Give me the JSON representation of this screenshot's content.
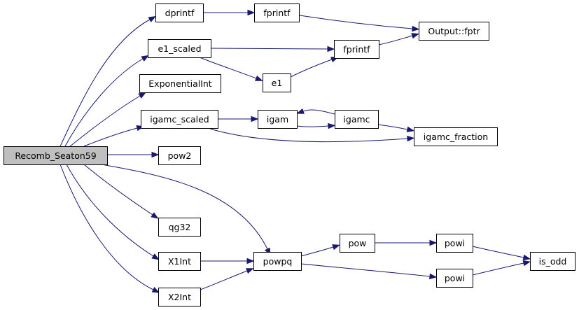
{
  "nodes": [
    {
      "id": "recomb",
      "label": "Recomb_Seaton59",
      "root": true
    },
    {
      "id": "dprintf",
      "label": "dprintf"
    },
    {
      "id": "fprintf1",
      "label": "fprintf"
    },
    {
      "id": "output_fptr",
      "label": "Output::fptr"
    },
    {
      "id": "e1_scaled",
      "label": "e1_scaled"
    },
    {
      "id": "fprintf2",
      "label": "fprintf"
    },
    {
      "id": "e1",
      "label": "e1"
    },
    {
      "id": "exponentialint",
      "label": "ExponentialInt"
    },
    {
      "id": "igamc_scaled",
      "label": "igamc_scaled"
    },
    {
      "id": "igam",
      "label": "igam"
    },
    {
      "id": "igamc",
      "label": "igamc"
    },
    {
      "id": "igamc_fraction",
      "label": "igamc_fraction"
    },
    {
      "id": "pow2",
      "label": "pow2"
    },
    {
      "id": "qg32",
      "label": "qg32"
    },
    {
      "id": "x1int",
      "label": "X1Int"
    },
    {
      "id": "x2int",
      "label": "X2Int"
    },
    {
      "id": "powpq",
      "label": "powpq"
    },
    {
      "id": "pow",
      "label": "pow"
    },
    {
      "id": "powi1",
      "label": "powi"
    },
    {
      "id": "powi2",
      "label": "powi"
    },
    {
      "id": "is_odd",
      "label": "is_odd"
    }
  ],
  "edges": [
    {
      "from": "recomb",
      "to": "dprintf"
    },
    {
      "from": "recomb",
      "to": "e1_scaled"
    },
    {
      "from": "recomb",
      "to": "exponentialint"
    },
    {
      "from": "recomb",
      "to": "igamc_scaled"
    },
    {
      "from": "recomb",
      "to": "pow2"
    },
    {
      "from": "recomb",
      "to": "qg32"
    },
    {
      "from": "recomb",
      "to": "x1int"
    },
    {
      "from": "recomb",
      "to": "x2int"
    },
    {
      "from": "recomb",
      "to": "powpq"
    },
    {
      "from": "dprintf",
      "to": "fprintf1"
    },
    {
      "from": "fprintf1",
      "to": "output_fptr"
    },
    {
      "from": "e1_scaled",
      "to": "fprintf2"
    },
    {
      "from": "e1_scaled",
      "to": "e1"
    },
    {
      "from": "e1",
      "to": "fprintf2"
    },
    {
      "from": "fprintf2",
      "to": "output_fptr"
    },
    {
      "from": "igamc_scaled",
      "to": "igam"
    },
    {
      "from": "igamc_scaled",
      "to": "igamc_fraction"
    },
    {
      "from": "igam",
      "to": "igamc"
    },
    {
      "from": "igamc",
      "to": "igam"
    },
    {
      "from": "igamc",
      "to": "igamc_fraction"
    },
    {
      "from": "x1int",
      "to": "powpq"
    },
    {
      "from": "x2int",
      "to": "powpq"
    },
    {
      "from": "powpq",
      "to": "pow"
    },
    {
      "from": "powpq",
      "to": "powi2"
    },
    {
      "from": "pow",
      "to": "powi1"
    },
    {
      "from": "powi1",
      "to": "is_odd"
    },
    {
      "from": "powi2",
      "to": "is_odd"
    }
  ],
  "colors": {
    "edge": "#191970",
    "root_fill": "#bfbfbf",
    "node_fill": "#ffffff",
    "border": "#000000"
  }
}
